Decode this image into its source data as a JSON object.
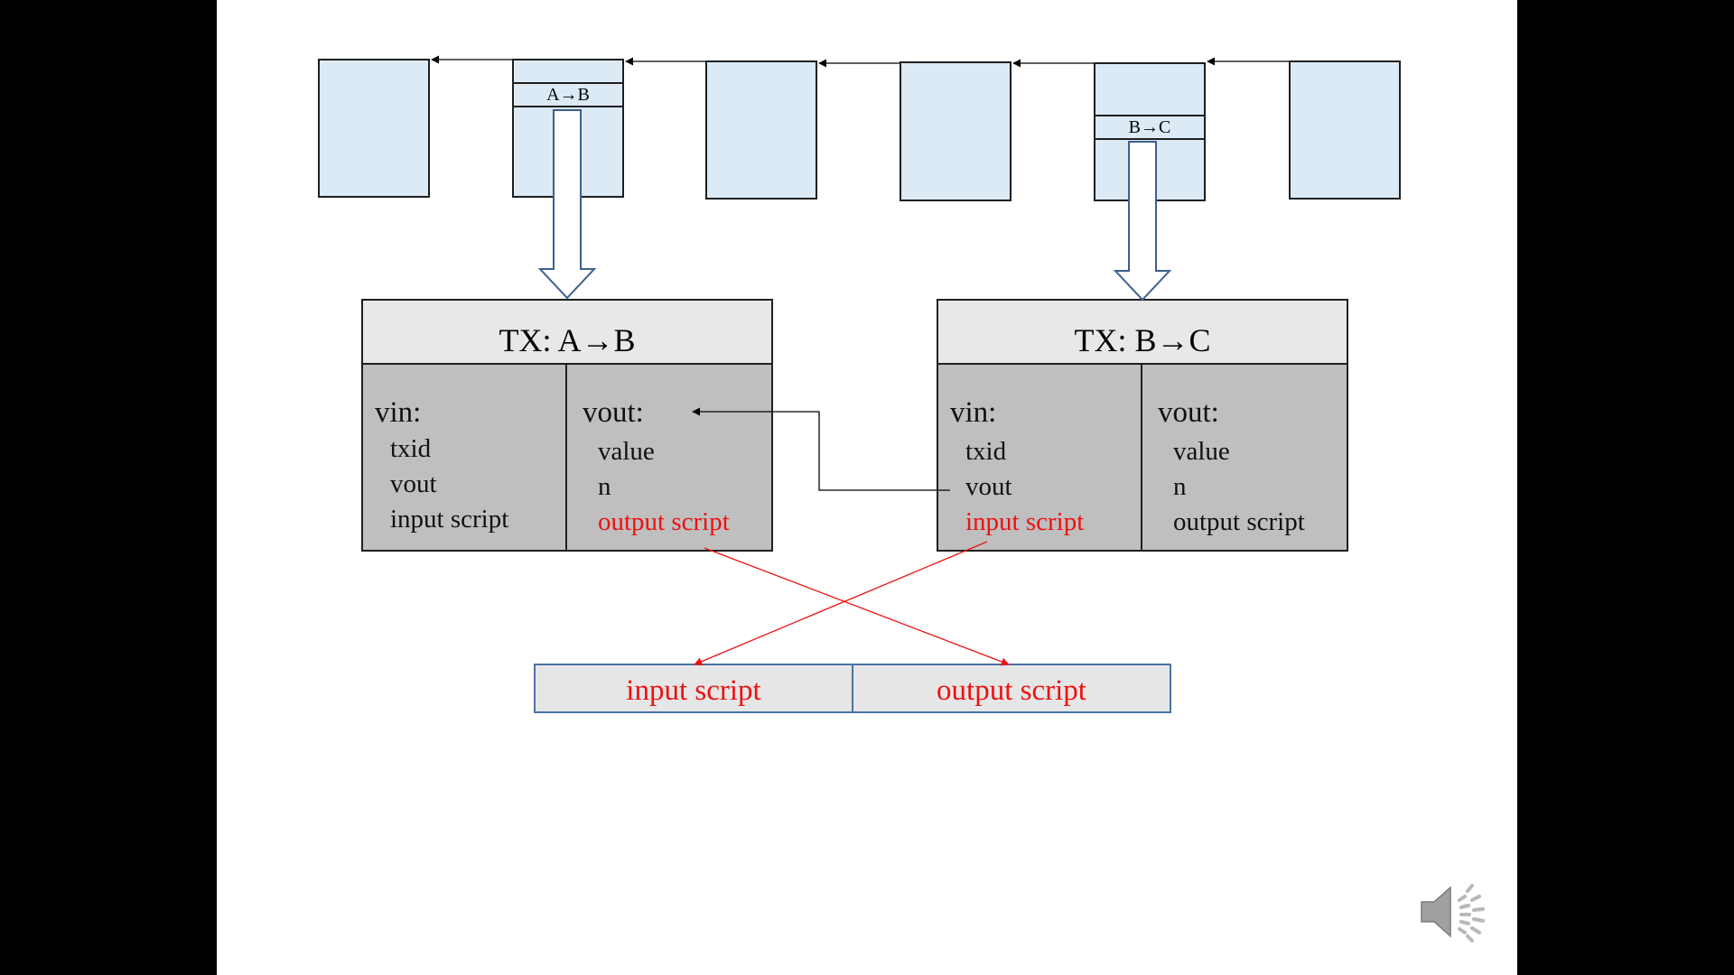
{
  "chain": {
    "blocks": [
      {
        "id": "b1",
        "label": ""
      },
      {
        "id": "b2",
        "label": "A→B"
      },
      {
        "id": "b3",
        "label": ""
      },
      {
        "id": "b4",
        "label": ""
      },
      {
        "id": "b5",
        "label": "B→C"
      },
      {
        "id": "b6",
        "label": ""
      }
    ]
  },
  "tx1": {
    "title": "TX: A→B",
    "vin": {
      "header": "vin:",
      "txid": "txid",
      "vout": "vout",
      "input_script": "input script"
    },
    "vout": {
      "header": "vout:",
      "value": "value",
      "n": "n",
      "output_script": "output script"
    }
  },
  "tx2": {
    "title": "TX: B→C",
    "vin": {
      "header": "vin:",
      "txid": "txid",
      "vout": "vout",
      "input_script": "input script"
    },
    "vout": {
      "header": "vout:",
      "value": "value",
      "n": "n",
      "output_script": "output script"
    }
  },
  "combined": {
    "input_script": "input script",
    "output_script": "output script"
  },
  "colors": {
    "highlight": "#ee1111",
    "block_fill": "#dceaf6",
    "tx_body": "#bfbfbf",
    "tx_header": "#e8e8e8",
    "combo_border": "#4b73a8"
  },
  "icons": {
    "speaker": "speaker-icon"
  }
}
